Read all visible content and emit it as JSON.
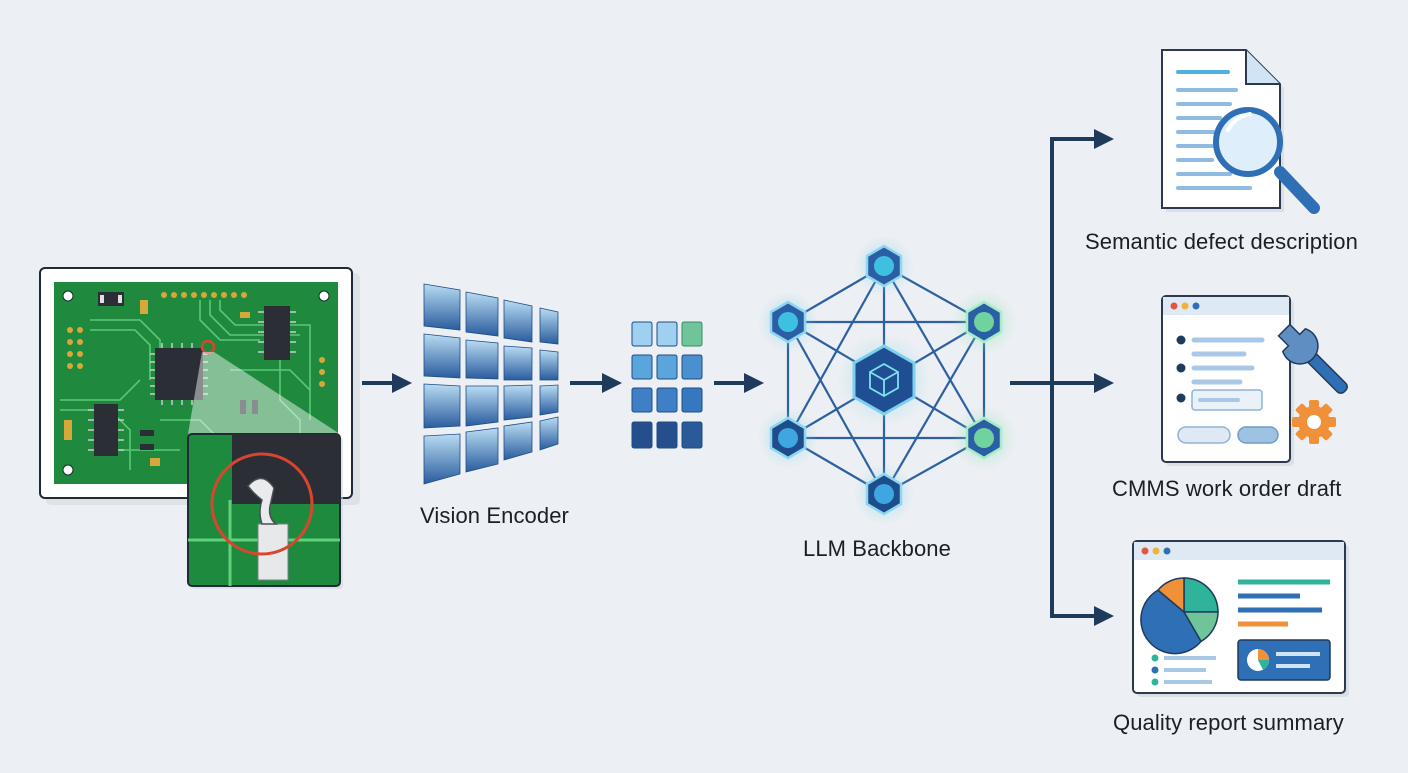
{
  "labels": {
    "vision_encoder": "Vision Encoder",
    "llm_backbone": "LLM Backbone",
    "output_1": "Semantic defect description",
    "output_2": "CMMS work order draft",
    "output_3": "Quality report summary"
  },
  "colors": {
    "background": "#eceff3",
    "arrow": "#1f3b5c",
    "pcb_green": "#1f8a3e",
    "defect_ring": "#d9452f",
    "encoder_blue_dark": "#2d5fa3",
    "encoder_blue_light": "#a9d3f0",
    "node_cyan": "#3ec0e0",
    "node_green": "#6fd3a0",
    "report_accent": "#2f6fb5",
    "chart_orange": "#f0913a",
    "chart_teal": "#2fb39a"
  },
  "icons": {
    "input": "pcb-board-with-defect-zoom-icon",
    "encoder": "vision-encoder-grid-icon",
    "tokens": "token-grid-icon",
    "llm": "neural-network-graph-icon",
    "output_1": "document-magnifier-icon",
    "output_2": "window-form-wrench-gear-icon",
    "output_3": "dashboard-pie-chart-icon"
  }
}
